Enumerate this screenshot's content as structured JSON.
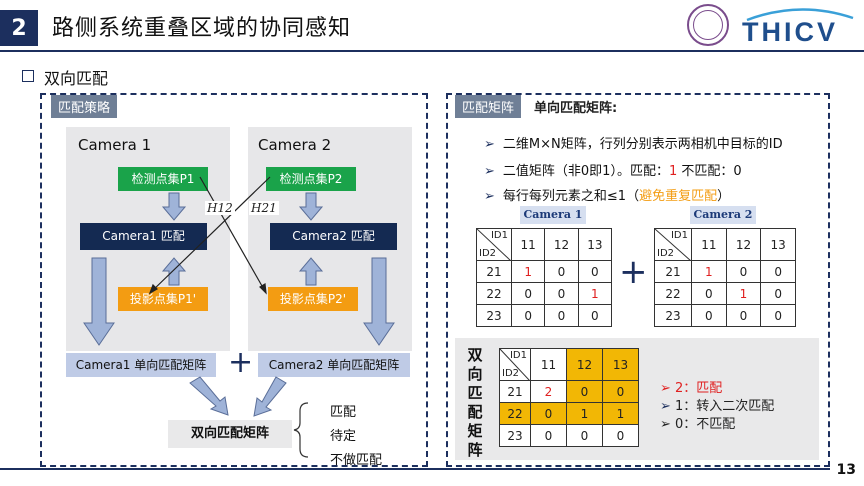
{
  "header": {
    "section_number": "2",
    "title": "路侧系统重叠区域的协同感知",
    "logo_text": "THICV"
  },
  "section": {
    "title": "双向匹配"
  },
  "left_panel": {
    "tag": "匹配策略",
    "camera1": {
      "title": "Camera 1",
      "detect": "检测点集P1",
      "match": "Camera1 匹配",
      "project": "投影点集P1'",
      "matrix": "Camera1 单向匹配矩阵"
    },
    "camera2": {
      "title": "Camera 2",
      "detect": "检测点集P2",
      "match": "Camera2 匹配",
      "project": "投影点集P2'",
      "matrix": "Camera2 单向匹配矩阵"
    },
    "h12": "H12",
    "h21": "H21",
    "plus": "+",
    "result": "双向匹配矩阵",
    "outcomes": [
      "匹配",
      "待定",
      "不做匹配"
    ]
  },
  "right_panel": {
    "tag": "匹配矩阵",
    "subtitle": "单向匹配矩阵:",
    "bullets": {
      "b1": "二维M×N矩阵，行列分别表示两相机中目标的ID",
      "b2_pre": "二值矩阵（非0即1）。匹配：",
      "b2_one": "1",
      "b2_mid": " 不匹配：0",
      "b3_pre": "每行每列元素之和≤1（",
      "b3_hi": "避免重复匹配",
      "b3_post": "）"
    },
    "cam1_caption": "Camera 1",
    "cam2_caption": "Camera 2",
    "corner_top": "ID1",
    "corner_bottom": "ID2",
    "col_ids": [
      "11",
      "12",
      "13"
    ],
    "row_ids": [
      "21",
      "22",
      "23"
    ],
    "matrix1": [
      [
        "1",
        "0",
        "0"
      ],
      [
        "0",
        "0",
        "1"
      ],
      [
        "0",
        "0",
        "0"
      ]
    ],
    "matrix2": [
      [
        "1",
        "0",
        "0"
      ],
      [
        "0",
        "1",
        "0"
      ],
      [
        "0",
        "0",
        "0"
      ]
    ],
    "plus": "+",
    "bi_label": [
      "双",
      "向",
      "匹",
      "配",
      "矩",
      "阵"
    ],
    "bi_matrix": [
      [
        "2",
        "0",
        "0"
      ],
      [
        "0",
        "1",
        "1"
      ],
      [
        "0",
        "0",
        "0"
      ]
    ],
    "legend": {
      "l1": "2：匹配",
      "l2": "1：转入二次匹配",
      "l3": "0：不匹配"
    },
    "accent_red": "#e02020",
    "accent_orange": "#f39c12",
    "accent_gold": "#f2b705"
  },
  "page_number": "13"
}
